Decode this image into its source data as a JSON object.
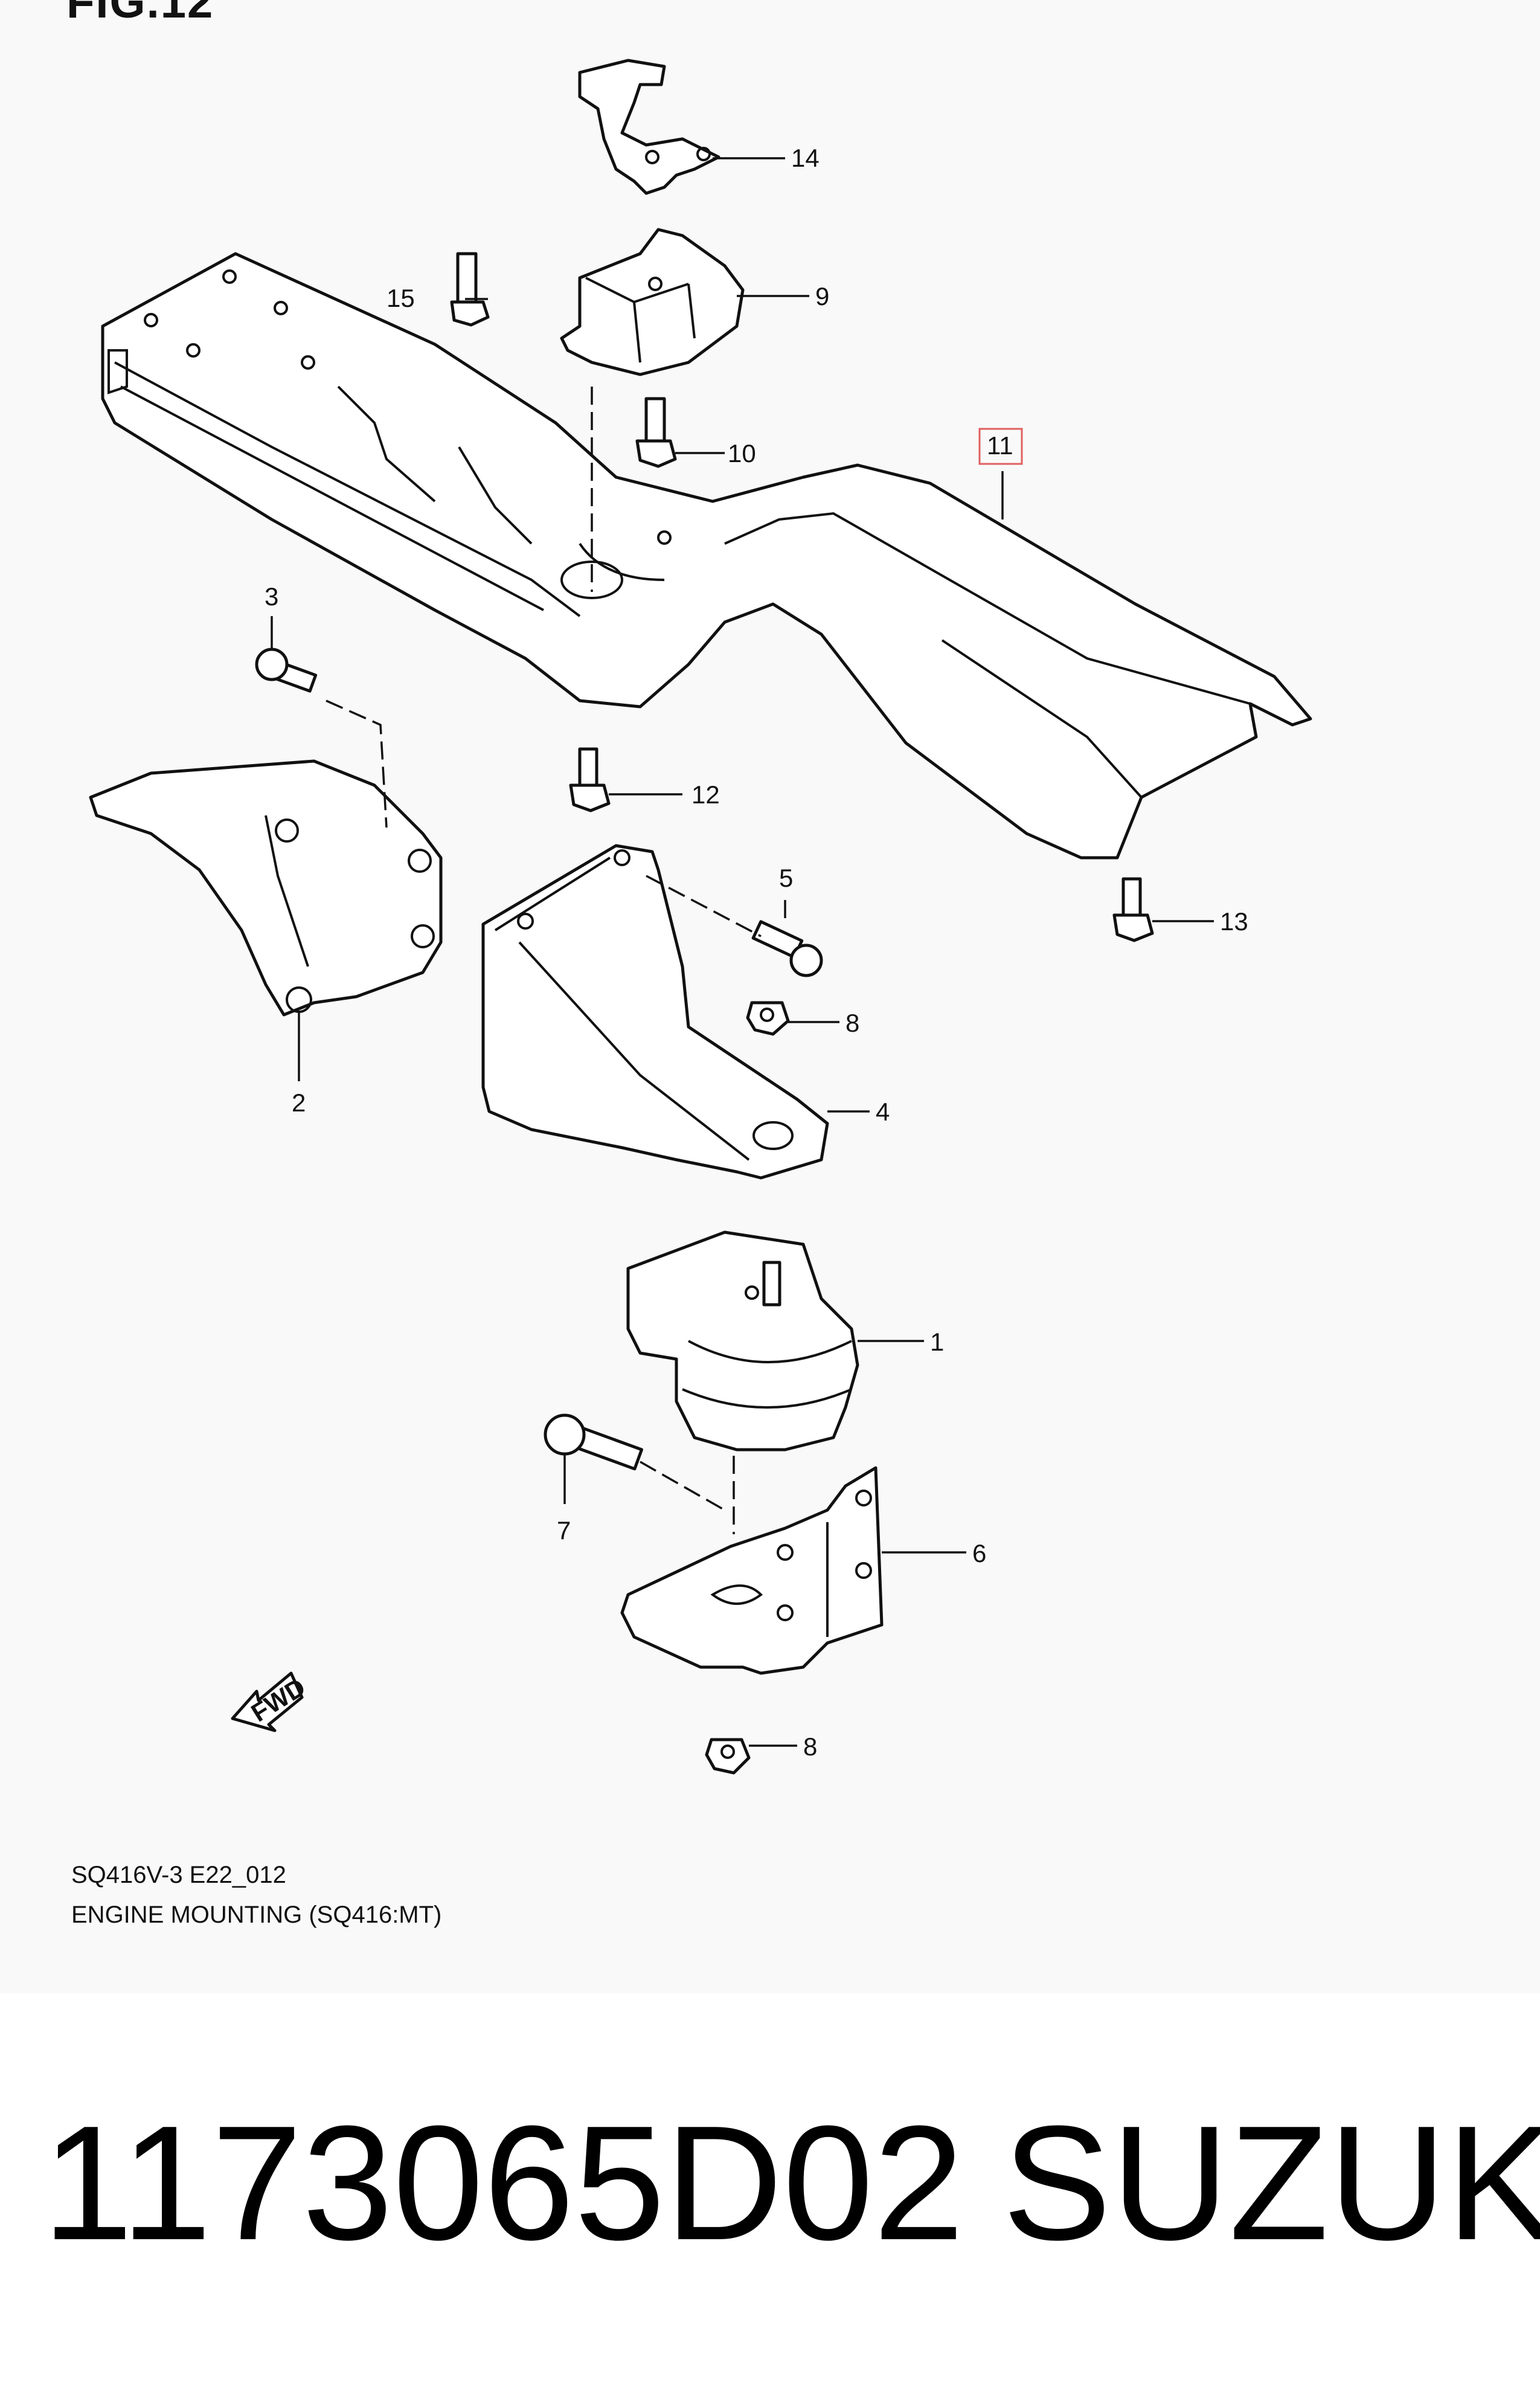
{
  "figure_label": "FIG.12",
  "caption": {
    "code": "SQ416V-3 E22_012",
    "title": "ENGINE MOUNTING (SQ416:MT)"
  },
  "footer": {
    "part_number": "1173065D02",
    "brand": "SUZUKI"
  },
  "callouts": {
    "c1": "1",
    "c2": "2",
    "c3": "3",
    "c4": "4",
    "c5": "5",
    "c6": "6",
    "c7": "7",
    "c8a": "8",
    "c8b": "8",
    "c9": "9",
    "c10": "10",
    "c11": "11",
    "c12": "12",
    "c13": "13",
    "c14": "14",
    "c15": "15"
  },
  "fwd_label": "FWD",
  "colors": {
    "highlight_box": "#e06060"
  }
}
